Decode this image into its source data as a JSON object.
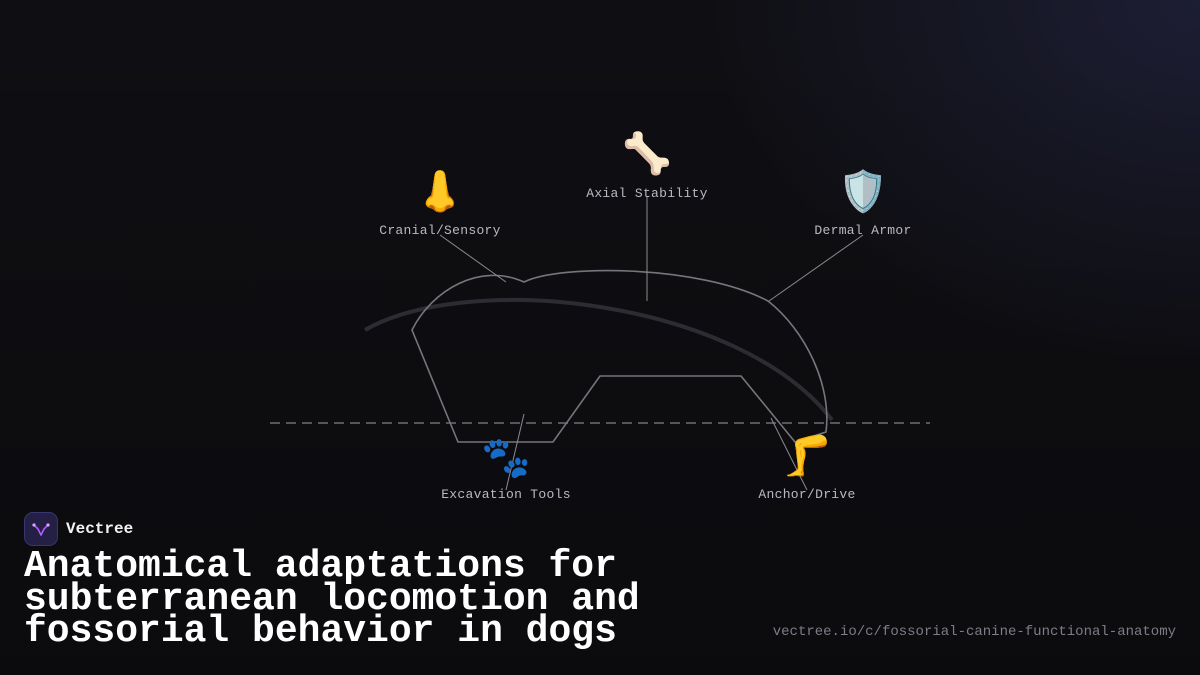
{
  "callouts": [
    {
      "id": "cranial",
      "label": "Cranial/Sensory",
      "icon": "nose-icon",
      "glyph": "👃"
    },
    {
      "id": "axial",
      "label": "Axial Stability",
      "icon": "bone-icon",
      "glyph": "🦴"
    },
    {
      "id": "dermal",
      "label": "Dermal Armor",
      "icon": "shield-icon",
      "glyph": "🛡️"
    },
    {
      "id": "excavation",
      "label": "Excavation Tools",
      "icon": "paw-prints-icon",
      "glyph": "🐾"
    },
    {
      "id": "anchor",
      "label": "Anchor/Drive",
      "icon": "leg-icon",
      "glyph": "🦵"
    }
  ],
  "brand": {
    "name": "Vectree",
    "logo_icon": "vectree-logo-icon"
  },
  "title": "Anatomical adaptations for subterranean locomotion and fossorial behavior in dogs",
  "url": "vectree.io/c/fossorial-canine-functional-anatomy",
  "colors": {
    "background": "#0f0f13",
    "outline": "#75757d",
    "ground_line": "#55555c",
    "leader_line": "#8a8a92",
    "text_muted": "#b9b9c2",
    "logo_accent": "#b25cff"
  }
}
